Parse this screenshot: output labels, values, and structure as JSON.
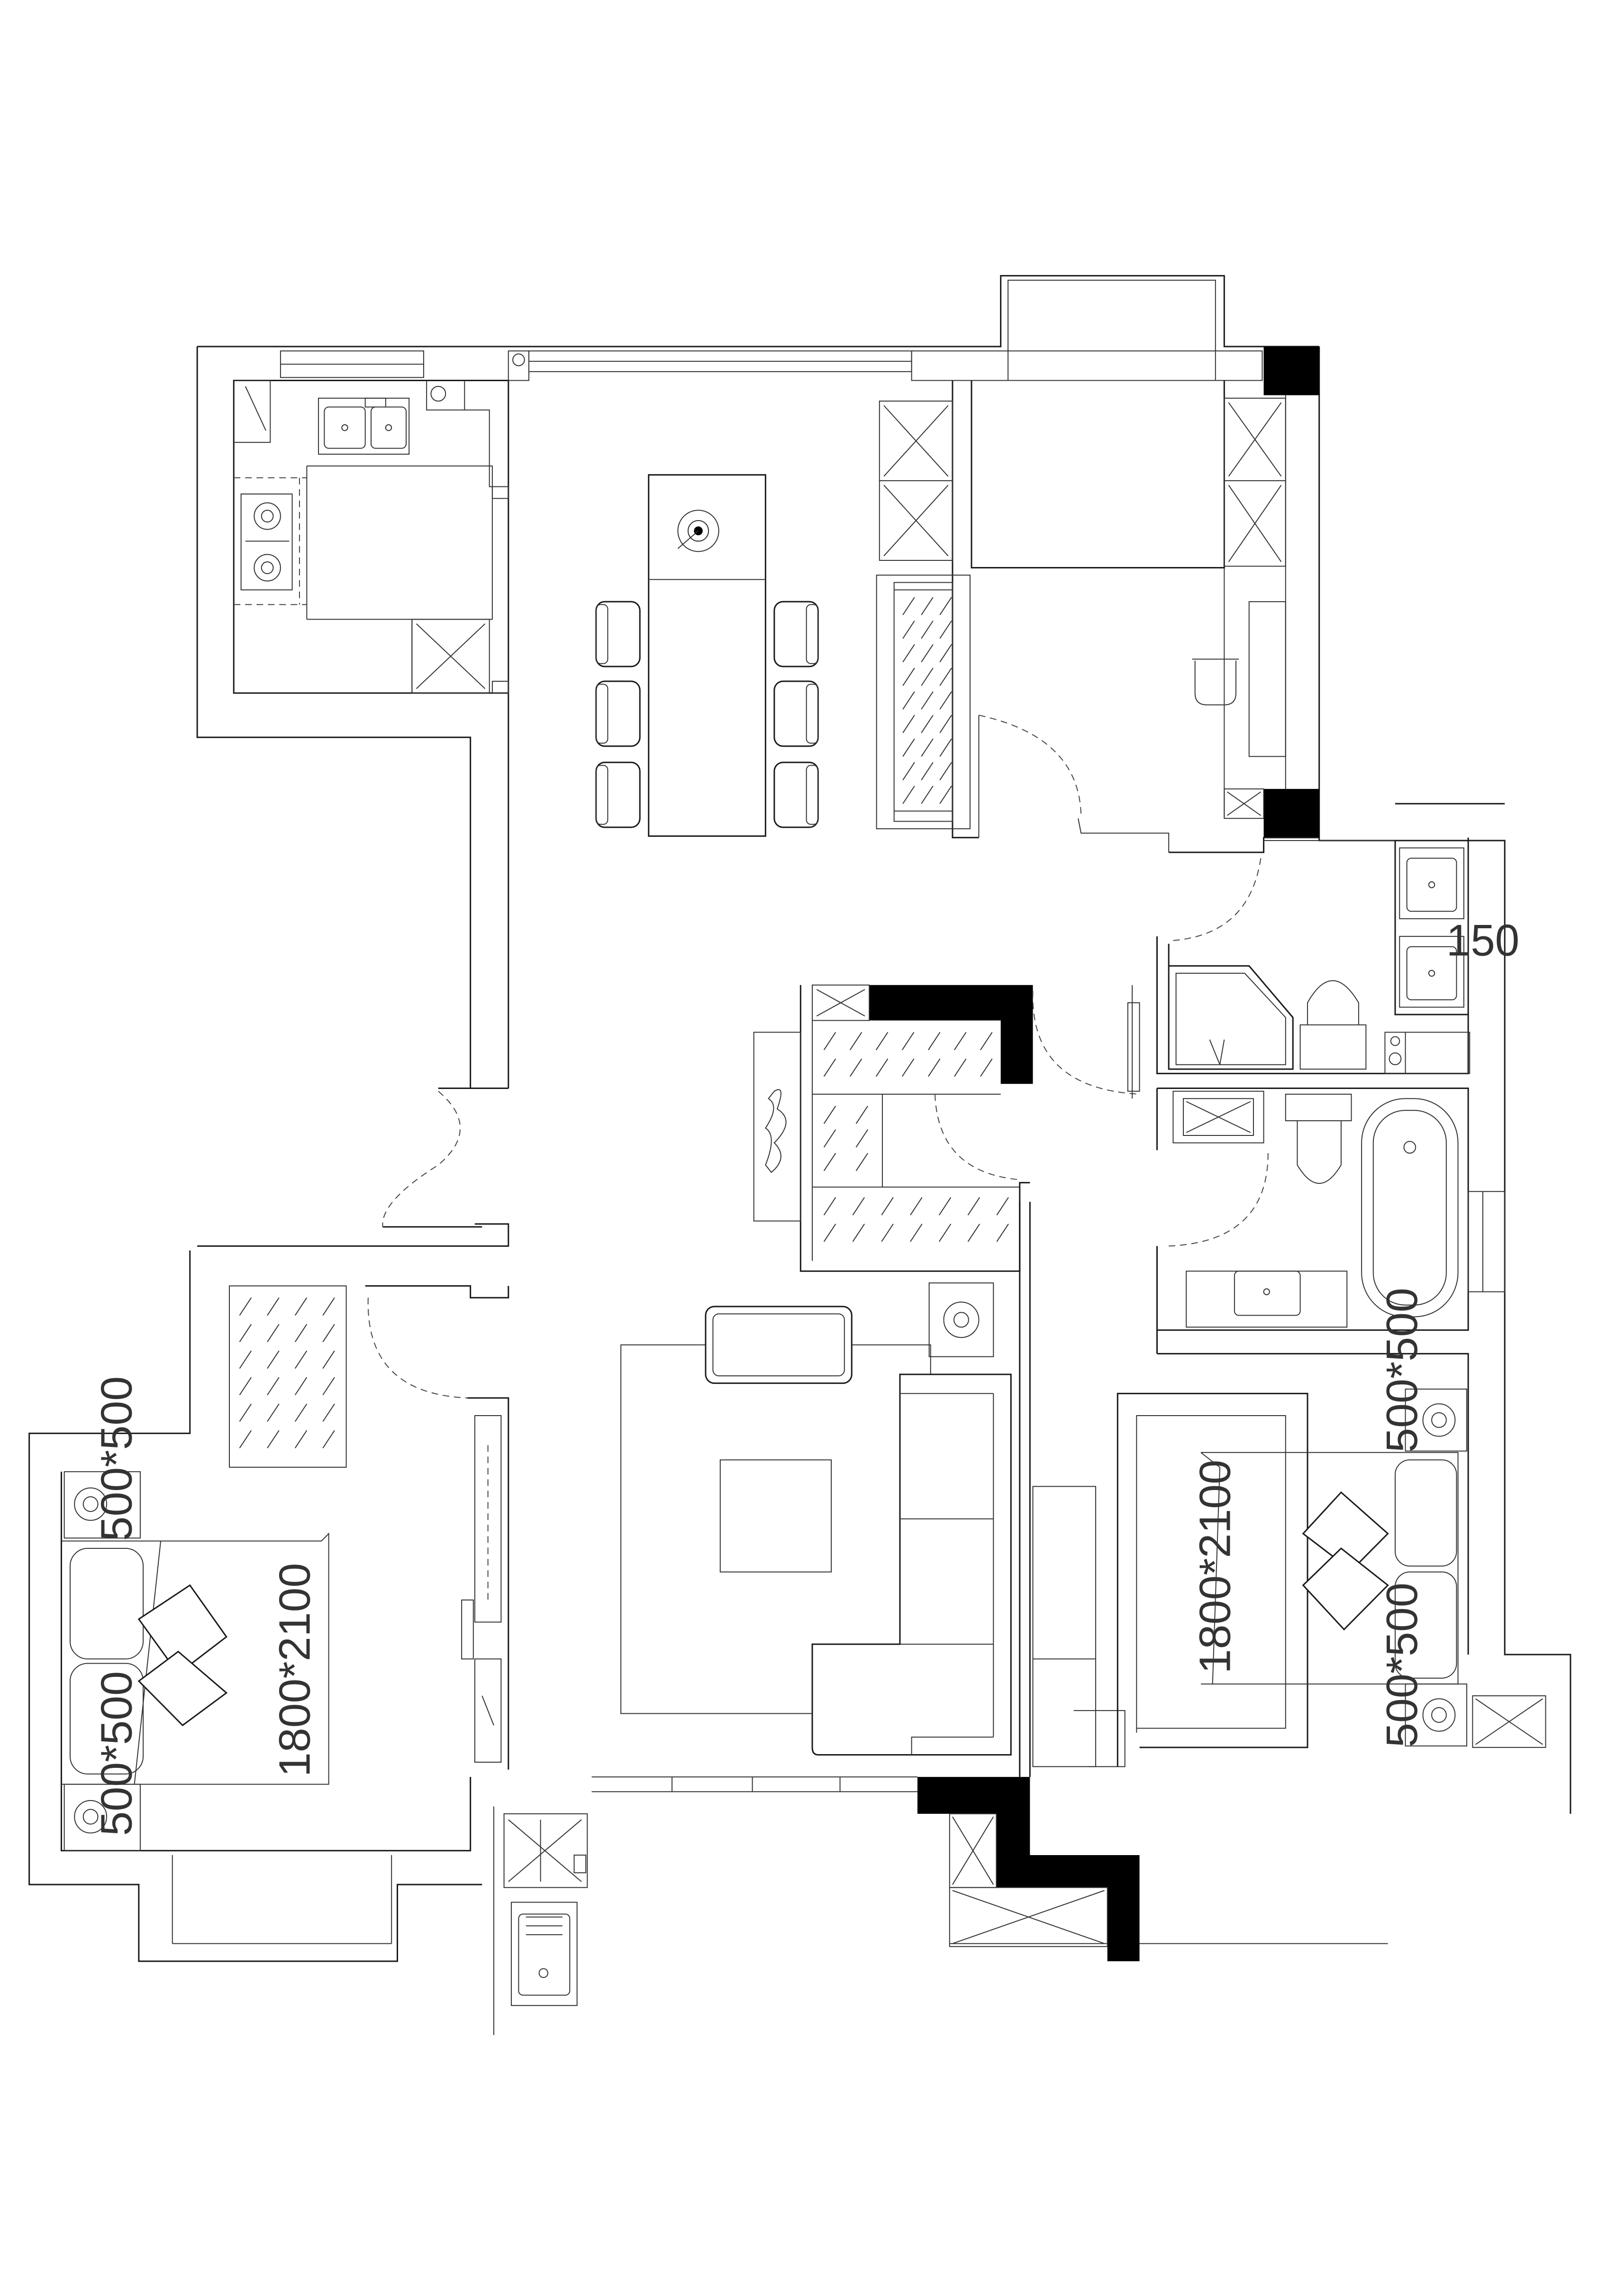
{
  "plan": {
    "bed_size_label": "1800*2100",
    "nightstand_size_label": "500*500",
    "fixture_tag": "150"
  }
}
